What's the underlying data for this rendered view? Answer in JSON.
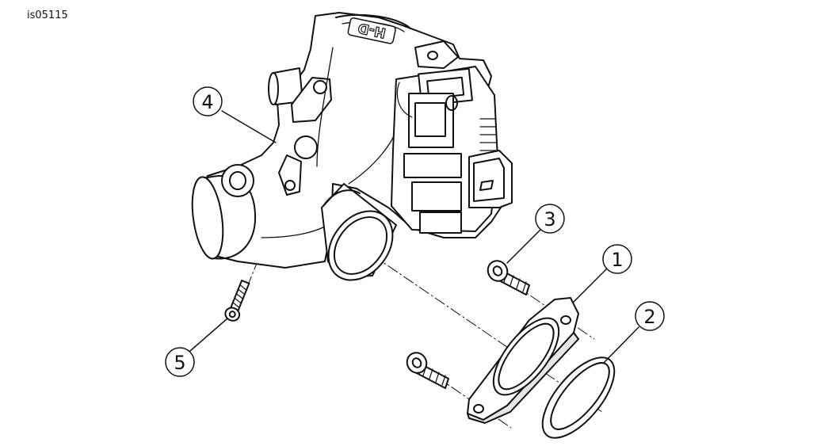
{
  "figure_id": "is05115",
  "embossed_logo": "H-D",
  "callouts": [
    {
      "label": "1",
      "part": "flange"
    },
    {
      "label": "2",
      "part": "seal"
    },
    {
      "label": "3",
      "part": "screw"
    },
    {
      "label": "4",
      "part": "throttle-body"
    },
    {
      "label": "5",
      "part": "screw"
    }
  ],
  "colors": {
    "line": "#111111",
    "fill": "#ffffff",
    "shade": "#e6e6e6"
  }
}
